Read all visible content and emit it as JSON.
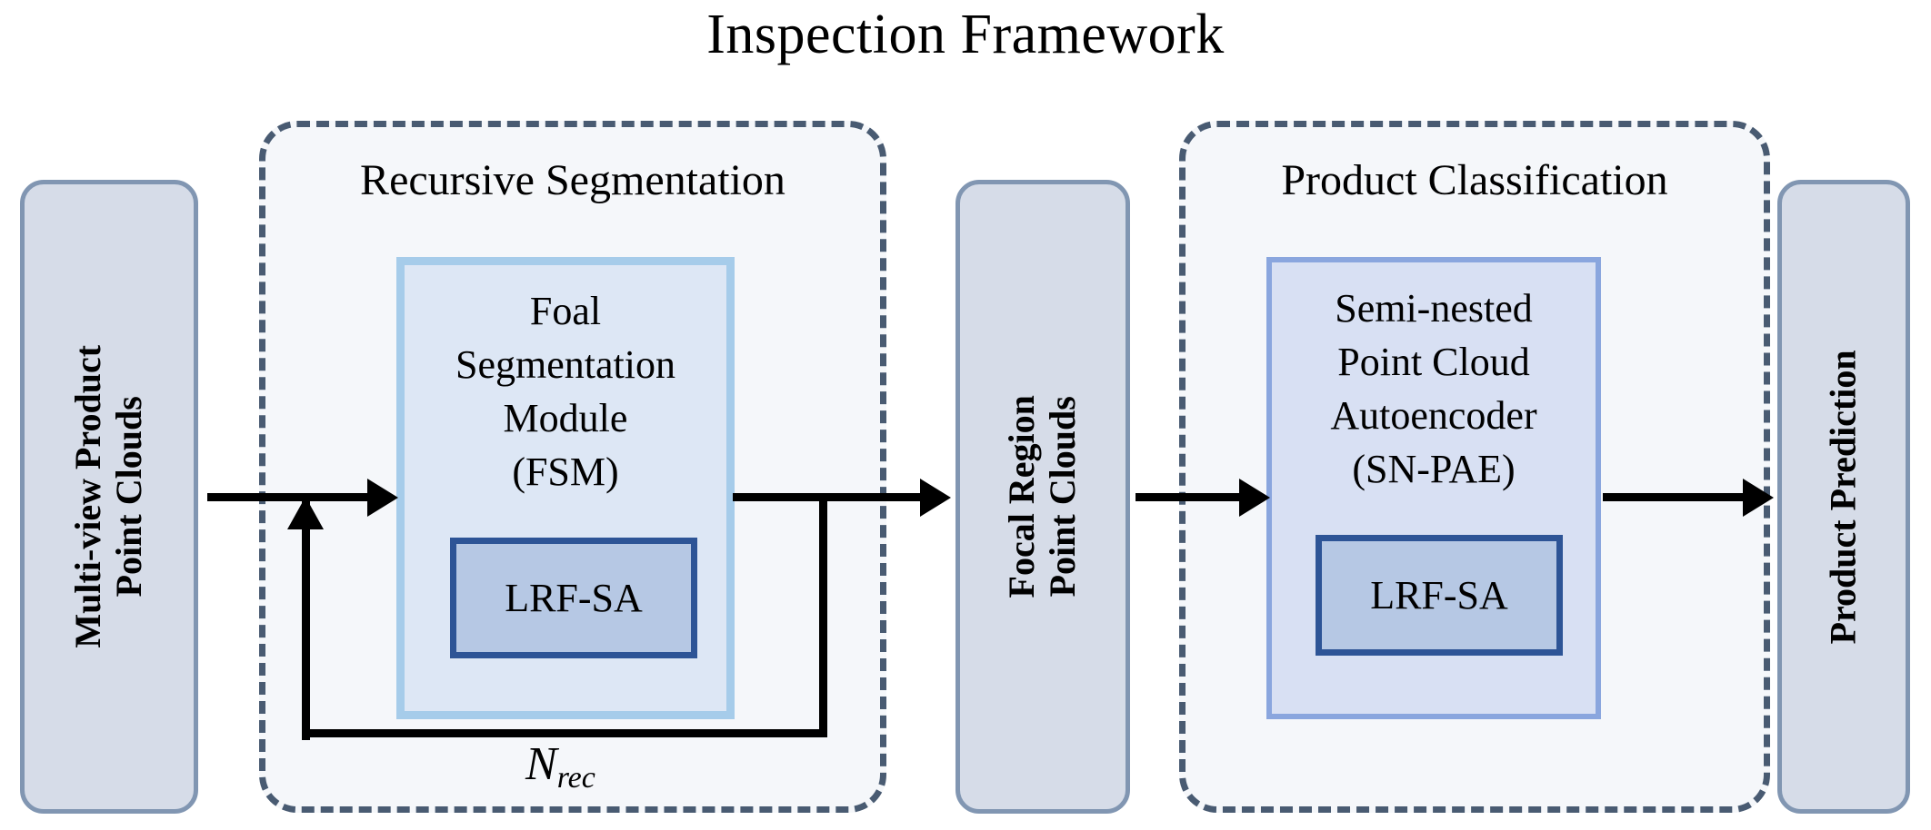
{
  "figure": {
    "title": "Inspection Framework",
    "type": "block-diagram"
  },
  "colors": {
    "io_box_fill": "#d6dce8",
    "io_box_border": "#8196b2",
    "dashed_panel_fill": "#f5f7fa",
    "dashed_panel_border": "#495b72",
    "fsm_fill": "#dde7f5",
    "fsm_border": "#a6ccea",
    "snpae_fill": "#d8e0f3",
    "snpae_border": "#8aa6de",
    "lrf_fill": "#b6c8e4",
    "lrf_border": "#2d5496",
    "arrow": "#000000",
    "text": "#000000"
  },
  "io_boxes": {
    "input": {
      "label": "Multi-view Product\nPoint Clouds",
      "line1": "Multi-view Product",
      "line2": "Point Clouds"
    },
    "intermediate": {
      "label": "Focal Region\nPoint Clouds",
      "line1": "Focal Region",
      "line2": "Point Clouds"
    },
    "output": {
      "label": "Product Prediction",
      "line1": "Product Prediction"
    }
  },
  "stages": [
    {
      "id": "recursive-segmentation",
      "title": "Recursive Segmentation",
      "module": {
        "id": "fsm",
        "lines": [
          "Foal",
          "Segmentation",
          "Module",
          "(FSM)"
        ],
        "full_name": "Foal Segmentation Module (FSM)",
        "abbrev": "FSM",
        "inner_block": "LRF-SA"
      },
      "loop_label": "N",
      "loop_label_sub": "rec",
      "loop_label_full": "N_rec"
    },
    {
      "id": "product-classification",
      "title": "Product Classification",
      "module": {
        "id": "snpae",
        "lines": [
          "Semi-nested",
          "Point Cloud",
          "Autoencoder",
          "(SN-PAE)"
        ],
        "full_name": "Semi-nested Point Cloud Autoencoder (SN-PAE)",
        "abbrev": "SN-PAE",
        "inner_block": "LRF-SA"
      }
    }
  ],
  "connectors": [
    {
      "id": "input-to-fsm",
      "from": "Multi-view Product Point Clouds",
      "to": "Foal Segmentation Module (FSM)",
      "style": "arrow"
    },
    {
      "id": "fsm-to-focal",
      "from": "Foal Segmentation Module (FSM)",
      "to": "Focal Region Point Clouds",
      "style": "arrow"
    },
    {
      "id": "fsm-recursive-feedback",
      "from": "Foal Segmentation Module (FSM)",
      "to": "Foal Segmentation Module (FSM)",
      "style": "arrow",
      "label": "N_rec"
    },
    {
      "id": "focal-to-snpae",
      "from": "Focal Region Point Clouds",
      "to": "Semi-nested Point Cloud Autoencoder (SN-PAE)",
      "style": "arrow"
    },
    {
      "id": "snpae-to-prediction",
      "from": "Semi-nested Point Cloud Autoencoder (SN-PAE)",
      "to": "Product Prediction",
      "style": "arrow"
    }
  ]
}
